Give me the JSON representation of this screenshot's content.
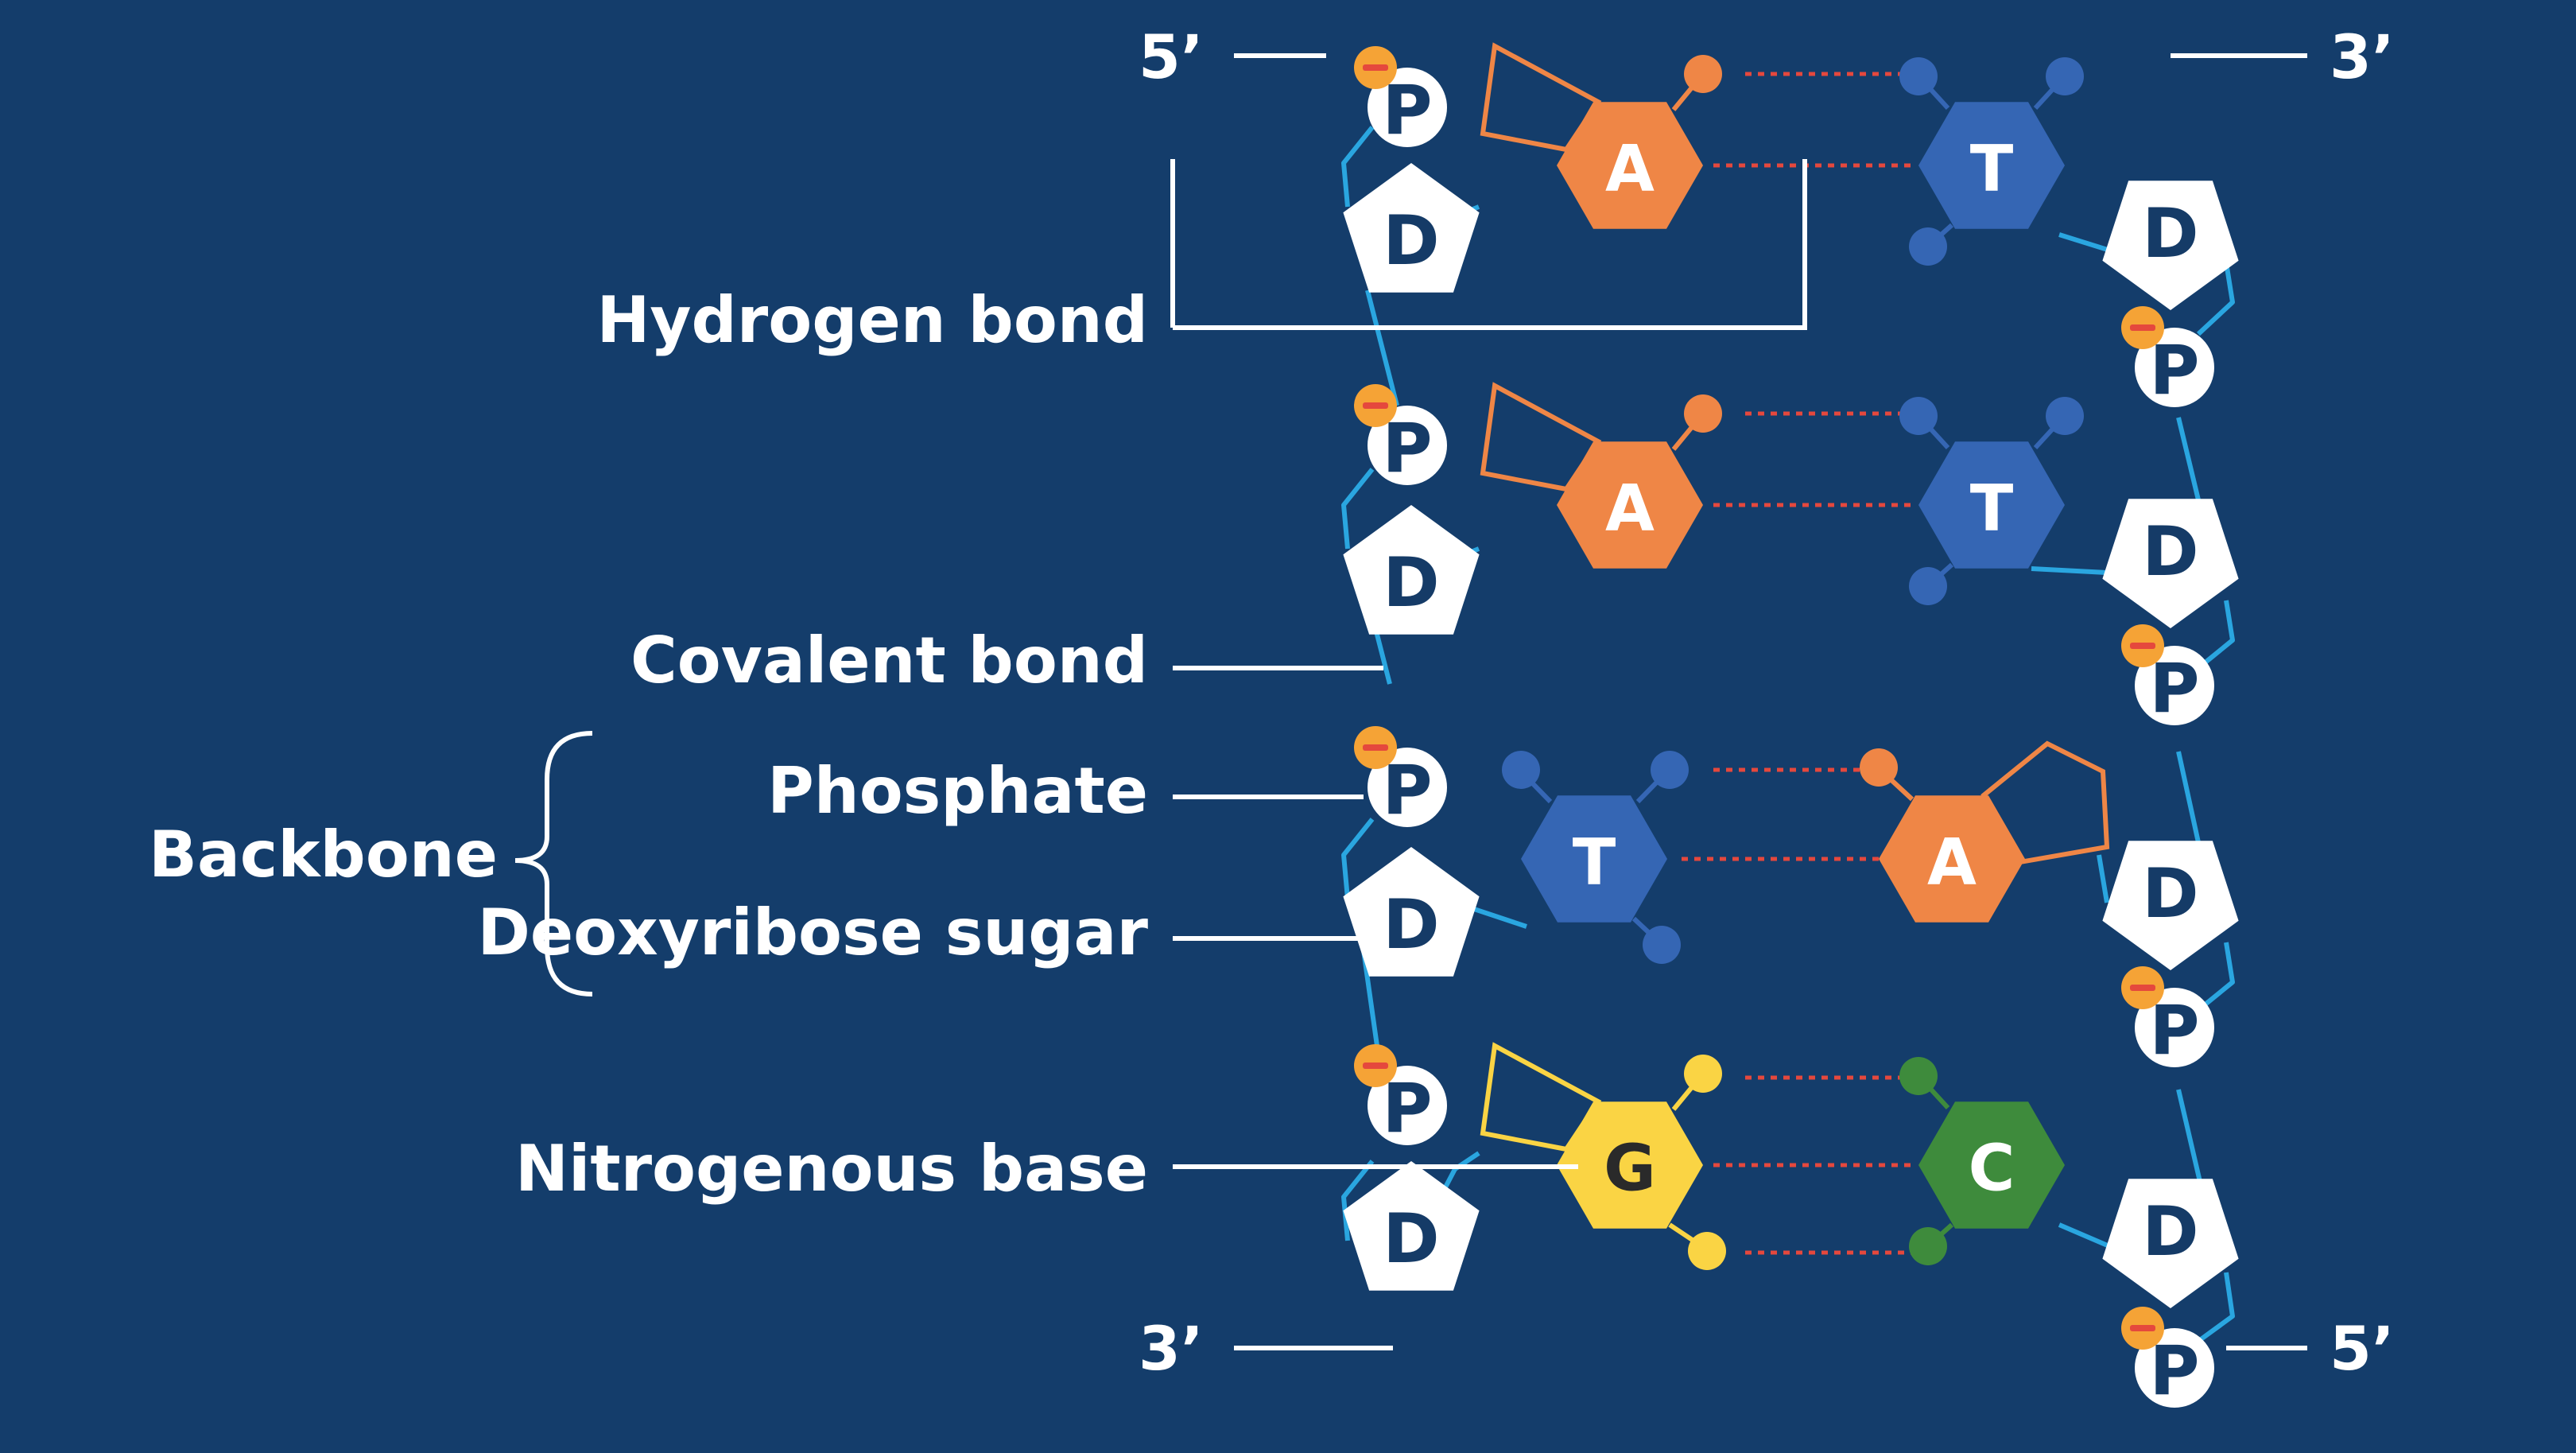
{
  "labels": {
    "hydrogen_bond": "Hydrogen bond",
    "covalent_bond": "Covalent bond",
    "phosphate": "Phosphate",
    "deoxyribose_sugar": "Deoxyribose sugar",
    "nitrogenous_base": "Nitrogenous base",
    "backbone": "Backbone"
  },
  "strand_ends": {
    "left_top": "5’",
    "right_top": "3’",
    "left_bottom": "3’",
    "right_bottom": "5’"
  },
  "monomers": {
    "phosphate": "P",
    "sugar": "D",
    "charge": "−"
  },
  "base_pairs": [
    {
      "left": "A",
      "right": "T"
    },
    {
      "left": "A",
      "right": "T"
    },
    {
      "left": "T",
      "right": "A"
    },
    {
      "left": "G",
      "right": "C"
    }
  ],
  "colors": {
    "background": "#143d6b",
    "adenine": "#ef8646",
    "thymine": "#3566b4",
    "guanine": "#fad444",
    "cytosine": "#3e8b3c",
    "backbone_line": "#2aa6e0",
    "hydrogen_bond_line": "#e5483d",
    "charge": "#f5a336",
    "phosphate_fill": "#ffffff"
  }
}
